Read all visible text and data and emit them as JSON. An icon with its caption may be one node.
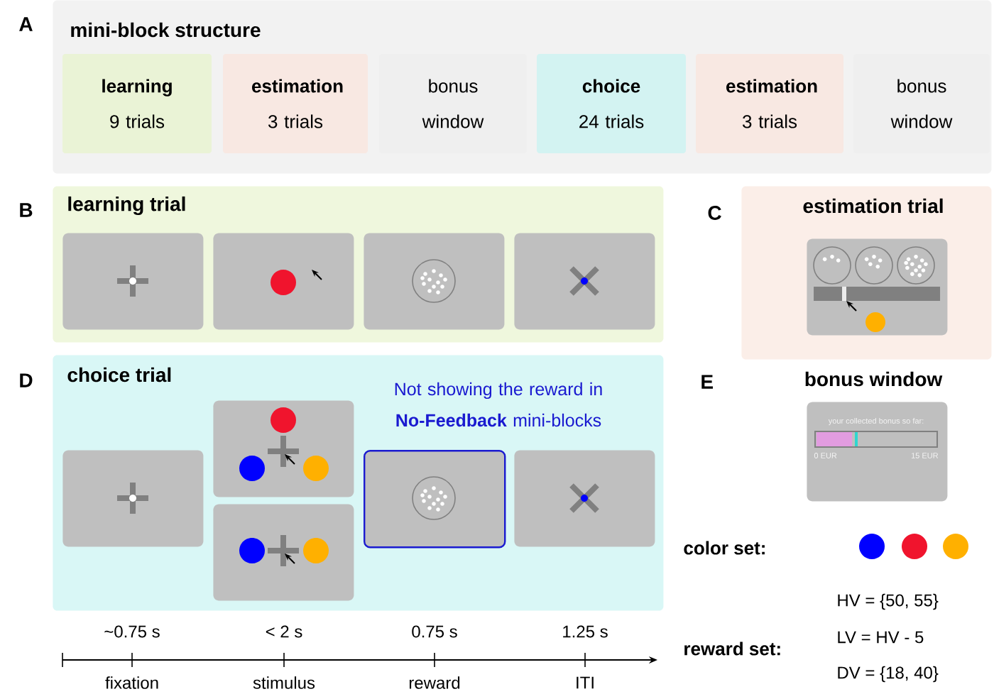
{
  "diagram": {
    "nodes": [
      {
        "text": [
          "mini-block structure"
        ]
      },
      {
        "text": [
          "learning",
          "9 trials"
        ],
        "in": 0
      },
      {
        "text": [
          "estimation",
          "3 trials"
        ],
        "in": 0
      },
      {
        "text": [
          "bonus window"
        ],
        "in": 0
      },
      {
        "text": [
          "choice",
          "24 trials"
        ],
        "in": 0
      },
      {
        "text": [
          "estimation",
          "3 trials"
        ],
        "in": 0
      },
      {
        "text": [
          "bonus window"
        ],
        "in": 0
      },
      {
        "text": [
          "learning trial"
        ]
      },
      {
        "text": [],
        "shape": "box",
        "in": 7
      },
      {
        "text": [],
        "shape": "box",
        "in": 7
      },
      {
        "text": [],
        "shape": "box",
        "in": 7
      },
      {
        "text": [],
        "shape": "box",
        "in": 7
      },
      {
        "text": [
          "estimation trial"
        ]
      },
      {
        "text": [],
        "shape": "box",
        "in": 12
      },
      {
        "text": [
          "choice trial",
          "Not showing the reward in **No-Feedback** mini-blocks"
        ]
      },
      {
        "text": [],
        "shape": "box",
        "in": 14
      },
      {
        "text": [],
        "shape": "box",
        "in": 14
      },
      {
        "text": [],
        "shape": "box",
        "in": 14
      },
      {
        "text": [],
        "shape": "box",
        "in": 14
      },
      {
        "text": [],
        "shape": "box",
        "in": 14
      },
      {
        "text": [
          "bonus window",
          "your collected bonus so far:",
          "0 EUR",
          "15 EUR"
        ]
      }
    ],
    "labels": [
      "A",
      "B",
      "C",
      "D",
      "E",
      "~0.75 s",
      "< 2 s",
      "0.75 s",
      "1.25 s",
      "fixation",
      "stimulus",
      "reward",
      "ITI",
      "color set:",
      "reward set:",
      "HV = {50, 55}",
      "LV = HV - 5",
      "DV = {18, 40}"
    ]
  }
}
